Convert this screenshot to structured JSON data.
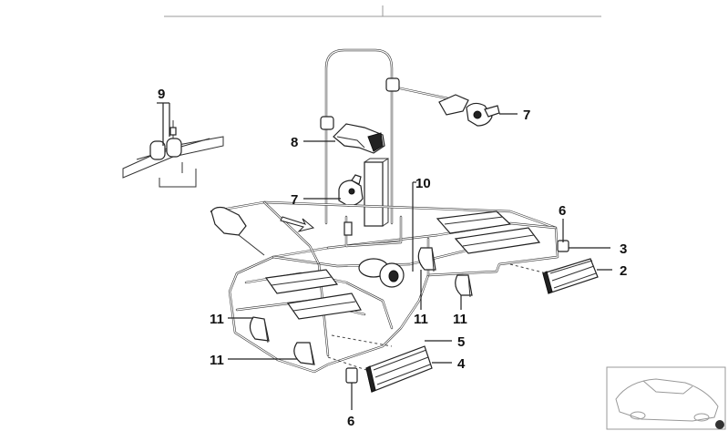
{
  "callouts": {
    "c9": "9",
    "c8": "8",
    "c7a": "7",
    "c7b": "7",
    "c10": "10",
    "c6a": "6",
    "c3": "3",
    "c2": "2",
    "c11a": "11",
    "c11b": "11",
    "c11c": "11",
    "c11d": "11",
    "c5": "5",
    "c4": "4",
    "c6b": "6"
  },
  "icons": {
    "arrow": "direction-arrow-icon",
    "car": "car-thumbnail-icon"
  },
  "colors": {
    "line": "#222222",
    "background": "#ffffff"
  }
}
